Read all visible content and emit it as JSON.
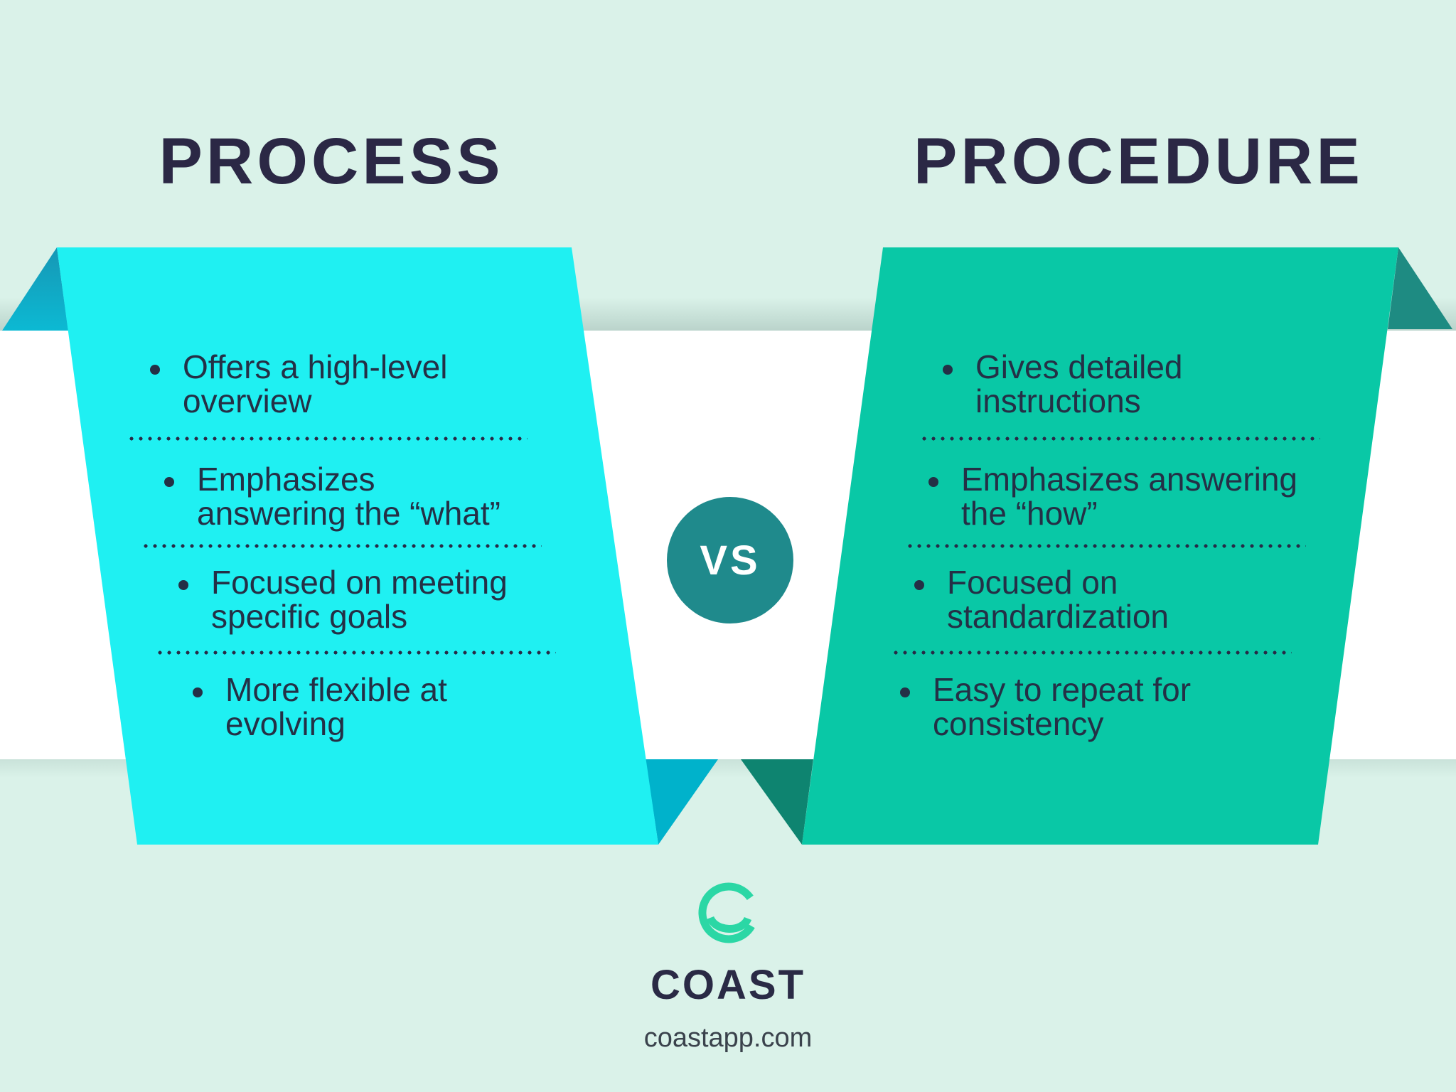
{
  "header": {
    "left_title": "PROCESS",
    "right_title": "PROCEDURE"
  },
  "vs_badge": {
    "label": "VS"
  },
  "panels": {
    "left": {
      "items": [
        {
          "lines": [
            "Offers a high-level",
            "overview"
          ]
        },
        {
          "lines": [
            "Emphasizes",
            "answering the “what”"
          ]
        },
        {
          "lines": [
            "Focused on meeting",
            "specific goals"
          ]
        },
        {
          "lines": [
            "More flexible at",
            "evolving"
          ]
        }
      ]
    },
    "right": {
      "items": [
        {
          "lines": [
            "Gives detailed",
            "instructions"
          ]
        },
        {
          "lines": [
            "Emphasizes answering",
            "the “how”"
          ]
        },
        {
          "lines": [
            "Focused on",
            "standardization"
          ]
        },
        {
          "lines": [
            "Easy to repeat for",
            "consistency"
          ]
        }
      ]
    }
  },
  "footer": {
    "brand": "COAST",
    "website": "coastapp.com",
    "logo_icon": "coast-smile-ring-icon"
  },
  "colors": {
    "background": "#DAF2E9",
    "band": "#FFFFFF",
    "panel_left": "#1FF0F2",
    "panel_left_fold_top_start": "#1697B5",
    "panel_left_fold_top_end": "#0CB9D3",
    "panel_left_fold_bottom": "#00B2CB",
    "panel_right": "#09C8A6",
    "panel_right_fold_top": "#1E8B82",
    "panel_right_fold_bottom": "#0E8470",
    "vs_circle": "#1F8A8C",
    "title_text": "#2B2845",
    "body_text": "#243046",
    "logo_green": "#2BD7A5",
    "wordmark": "#2A2A45",
    "website_text": "#3A424C"
  }
}
